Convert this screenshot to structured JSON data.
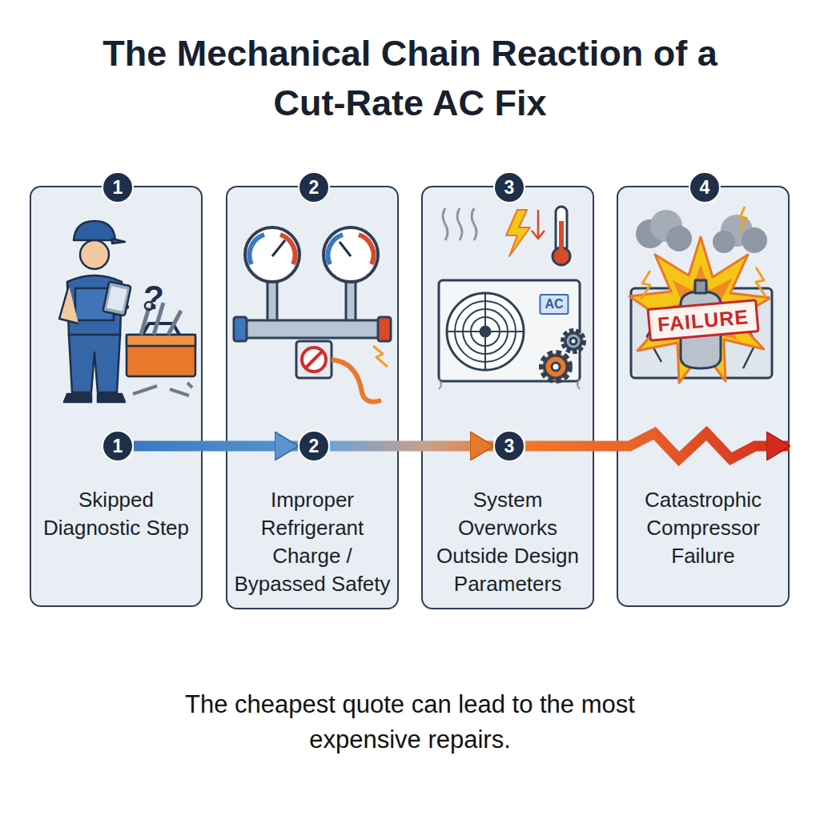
{
  "diagram": {
    "title": "The Mechanical Chain Reaction of a Cut-Rate AC Fix",
    "caption": "The cheapest quote can lead to the most expensive repairs.",
    "nodes": [
      {
        "text": [
          "Skipped Diagnostic Step"
        ]
      },
      {
        "text": [
          "1"
        ],
        "in": 0
      },
      {
        "text": [
          "1"
        ],
        "in": 0
      },
      {
        "text": [
          "Improper Refrigerant Charge / Bypassed Safety"
        ]
      },
      {
        "text": [
          "2"
        ],
        "in": 3
      },
      {
        "text": [
          "2"
        ],
        "in": 3
      },
      {
        "text": [
          "System Overworks Outside Design Parameters"
        ]
      },
      {
        "text": [
          "3"
        ],
        "in": 6
      },
      {
        "text": [
          "AC"
        ],
        "in": 6
      },
      {
        "text": [
          "3"
        ],
        "in": 6
      },
      {
        "text": [
          "Catastrophic Compressor Failure"
        ]
      },
      {
        "text": [
          "4"
        ],
        "in": 10
      },
      {
        "text": [
          "FAILURE"
        ],
        "in": 10
      }
    ],
    "edges": [
      {
        "from": 2,
        "to": 5,
        "arrow": "to"
      },
      {
        "from": 5,
        "to": 9,
        "arrow": "to"
      },
      {
        "from": 9,
        "to": 10,
        "arrow": "to"
      }
    ],
    "labels": [
      "?"
    ]
  }
}
